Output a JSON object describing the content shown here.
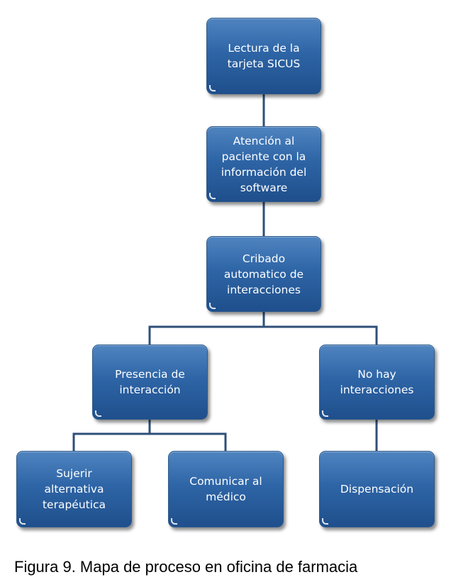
{
  "colors": {
    "box_fill": "#2e65a6",
    "box_border": "#2f5a8a",
    "connector": "#2e4f78",
    "text": "#ffffff"
  },
  "nodes": {
    "lectura": "Lectura de la\ntarjeta SICUS",
    "atencion": "Atención al\npaciente con la\ninformación del\nsoftware",
    "cribado": "Cribado\nautomatico de\ninteracciones",
    "presencia": "Presencia de\ninteracción",
    "no_hay": "No hay\ninteracciones",
    "sujerir": "Sujerir\nalternativa\nterapéutica",
    "comunicar": "Comunicar al\nmédico",
    "dispensacion": "Dispensación"
  },
  "caption": "Figura 9. Mapa de proceso en oficina de farmacia"
}
